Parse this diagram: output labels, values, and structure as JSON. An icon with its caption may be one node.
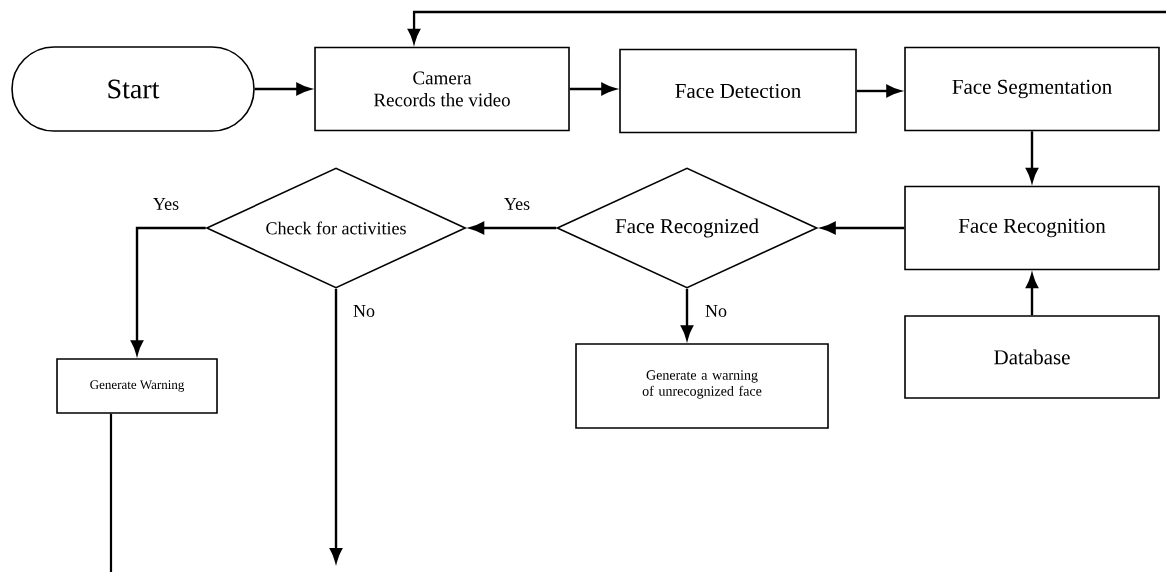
{
  "diagram": {
    "nodes": [
      {
        "text": [
          "Start"
        ]
      },
      {
        "text": [
          "Camera",
          "Records the video"
        ]
      },
      {
        "text": [
          "Face Detection"
        ]
      },
      {
        "text": [
          "Face Segmentation"
        ]
      },
      {
        "text": [
          "Face Recognition"
        ]
      },
      {
        "text": [
          "Database"
        ]
      },
      {
        "text": [
          "Face Recognized"
        ]
      },
      {
        "text": [
          "Check for activities"
        ]
      },
      {
        "text": [
          "Generate a warning of unrecognized face"
        ]
      },
      {
        "text": [
          "Generate Warning"
        ]
      }
    ],
    "edges": [
      {
        "from": 0,
        "to": 1,
        "arrow": "to"
      },
      {
        "from": 1,
        "to": 2,
        "arrow": "to"
      },
      {
        "from": 2,
        "to": 3,
        "arrow": "to"
      },
      {
        "from": 3,
        "to": 4,
        "arrow": "to"
      },
      {
        "from": 5,
        "to": 4,
        "arrow": "to"
      },
      {
        "from": 4,
        "to": 6,
        "arrow": "to"
      },
      {
        "from": 6,
        "to": 7,
        "arrow": "to",
        "label": "Yes"
      },
      {
        "from": 6,
        "to": 8,
        "arrow": "to",
        "label": "No"
      },
      {
        "from": 7,
        "to": 9,
        "arrow": "to",
        "label": "Yes"
      },
      {
        "from": 7,
        "to": null,
        "arrow": "to",
        "label": "No"
      },
      {
        "from": 9,
        "to": null,
        "arrow": "none"
      },
      {
        "from": null,
        "to": 1,
        "arrow": "to"
      }
    ]
  }
}
